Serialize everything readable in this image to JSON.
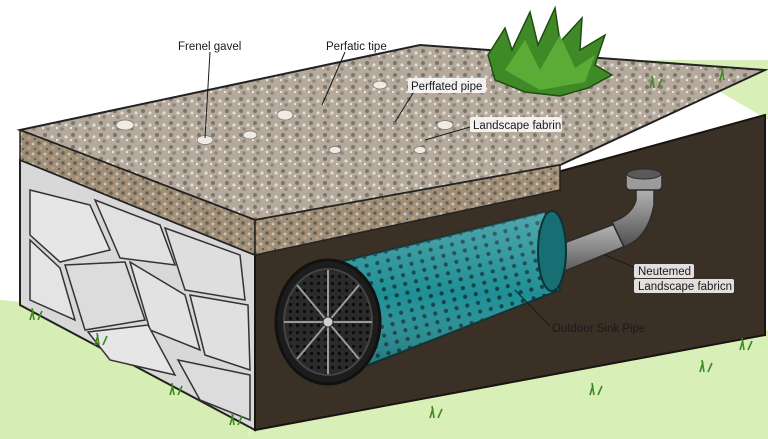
{
  "diagram": {
    "labels": {
      "gravel": "Frenel gavel",
      "perfatic_tipe": "Perfatic tipe",
      "perffated_pipe": "Perffated pipe",
      "landscape_fabrin": "Landscape fabrin",
      "neutemed_line1": "Neutemed",
      "neutemed_line2": "Landscape fabricn",
      "outdoor_sink_pipe": "Outdoor Sink Pipe"
    },
    "colors": {
      "pipe": "#1f8f95",
      "soil": "#3b3026",
      "stone": "#d4d4d4",
      "gravel": "#a79c8e",
      "grass": "#cfe9a8"
    }
  }
}
